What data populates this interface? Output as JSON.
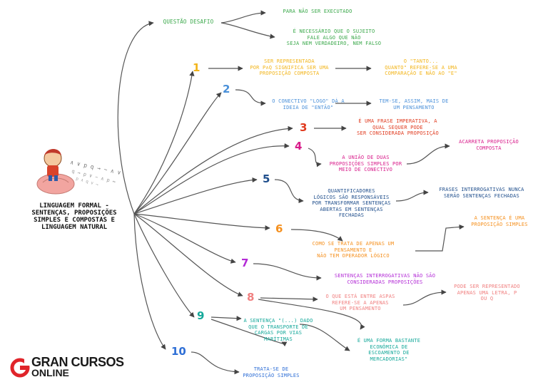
{
  "central": {
    "text": "LINGUAGEM FORMAL -\nSENTENÇAS, PROPOSIÇÕES\nSIMPLES E COMPOSTAS E\nLINGUAGEM NATURAL"
  },
  "logo": {
    "line1": "GRAN CURSOS",
    "line2": "ONLINE",
    "brand_color": "#e0242a"
  },
  "branches": {
    "desafio": {
      "title": "QUESTÃO DESAFIO",
      "note1": "PARA NÃO SER EXECUTADO",
      "note2": "É NECESSÁRIO QUE O SUJEITO\nFALE ALGO QUE NÃO\nSEJA NEM VERDADEIRO, NEM FALSO",
      "color": "#3aa84a"
    },
    "b1": {
      "num": "1",
      "text": "SER REPRESENTADA\nPOR P∧Q SIGNIFICA SER UMA\nPROPOSIÇÃO COMPOSTA",
      "note": "O \"TANTO...\nQUANTO\" REFERE-SE A UMA\nCOMPARAÇÃO E NÃO AO \"E\"",
      "color": "#f2b419"
    },
    "b2": {
      "num": "2",
      "text": "O CONECTIVO \"LOGO\" DÁ A\nIDEIA DE \"ENTÃO\"",
      "note": "TEM-SE, ASSIM, MAIS DE\nUM PENSAMENTO",
      "color": "#4a90d9"
    },
    "b3": {
      "num": "3",
      "text": "É UMA FRASE IMPERATIVA, A\nQUAL SEQUER PODE\nSER CONSIDERADA PROPOSIÇÃO",
      "color": "#e03a1e"
    },
    "b4": {
      "num": "4",
      "text": "A UNIÃO DE DUAS\nPROPOSIÇÕES SIMPLES POR\nMEIO DE CONECTIVO",
      "note": "ACARRETA PROPOSIÇÃO\nCOMPOSTA",
      "color": "#d81b8a"
    },
    "b5": {
      "num": "5",
      "text": "QUANTIFICADORES\nLÓGICOS SÃO RESPONSÁVEIS\nPOR TRANSFORMAR SENTENÇAS\nABERTAS EM SENTENÇAS\nFECHADAS",
      "note": "FRASES INTERROGATIVAS NUNCA\nSERÃO SENTENÇAS FECHADAS",
      "color": "#1f4e8c"
    },
    "b6": {
      "num": "6",
      "text": "COMO SE TRATA DE APENAS UM\nPENSAMENTO E\nNÃO TEM OPERADOR LÓGICO",
      "note": "A SENTENÇA É UMA\nPROPOSIÇÃO SIMPLES",
      "color": "#f5901e"
    },
    "b7": {
      "num": "7",
      "text": "SENTENÇAS INTERROGATIVAS NÃO SÃO\nCONSIDERADAS PROPOSIÇÕES",
      "color": "#b32bd6"
    },
    "b8": {
      "num": "8",
      "text": "O QUE ESTÁ ENTRE ASPAS\nREFERE-SE A APENAS\nUM PENSAMENTO",
      "note": "PODE SER REPRESENTADO\nAPENAS UMA LETRA, P\nOU Q",
      "color": "#f08080"
    },
    "b9": {
      "num": "9",
      "text": "A SENTENÇA \"(...) DADO\nQUE O TRANSPORTE DE\nCARGAS POR VIAS\nMARÍTIMAS",
      "note": "É UMA FORMA BASTANTE\nECONÔMICA DE\nESCOAMENTO DE\nMERCADORIAS\"",
      "color": "#14a89a"
    },
    "b10": {
      "num": "10",
      "text": "TRATA-SE DE\nPROPOSIÇÃO SIMPLES",
      "color": "#2f6fd6"
    }
  }
}
